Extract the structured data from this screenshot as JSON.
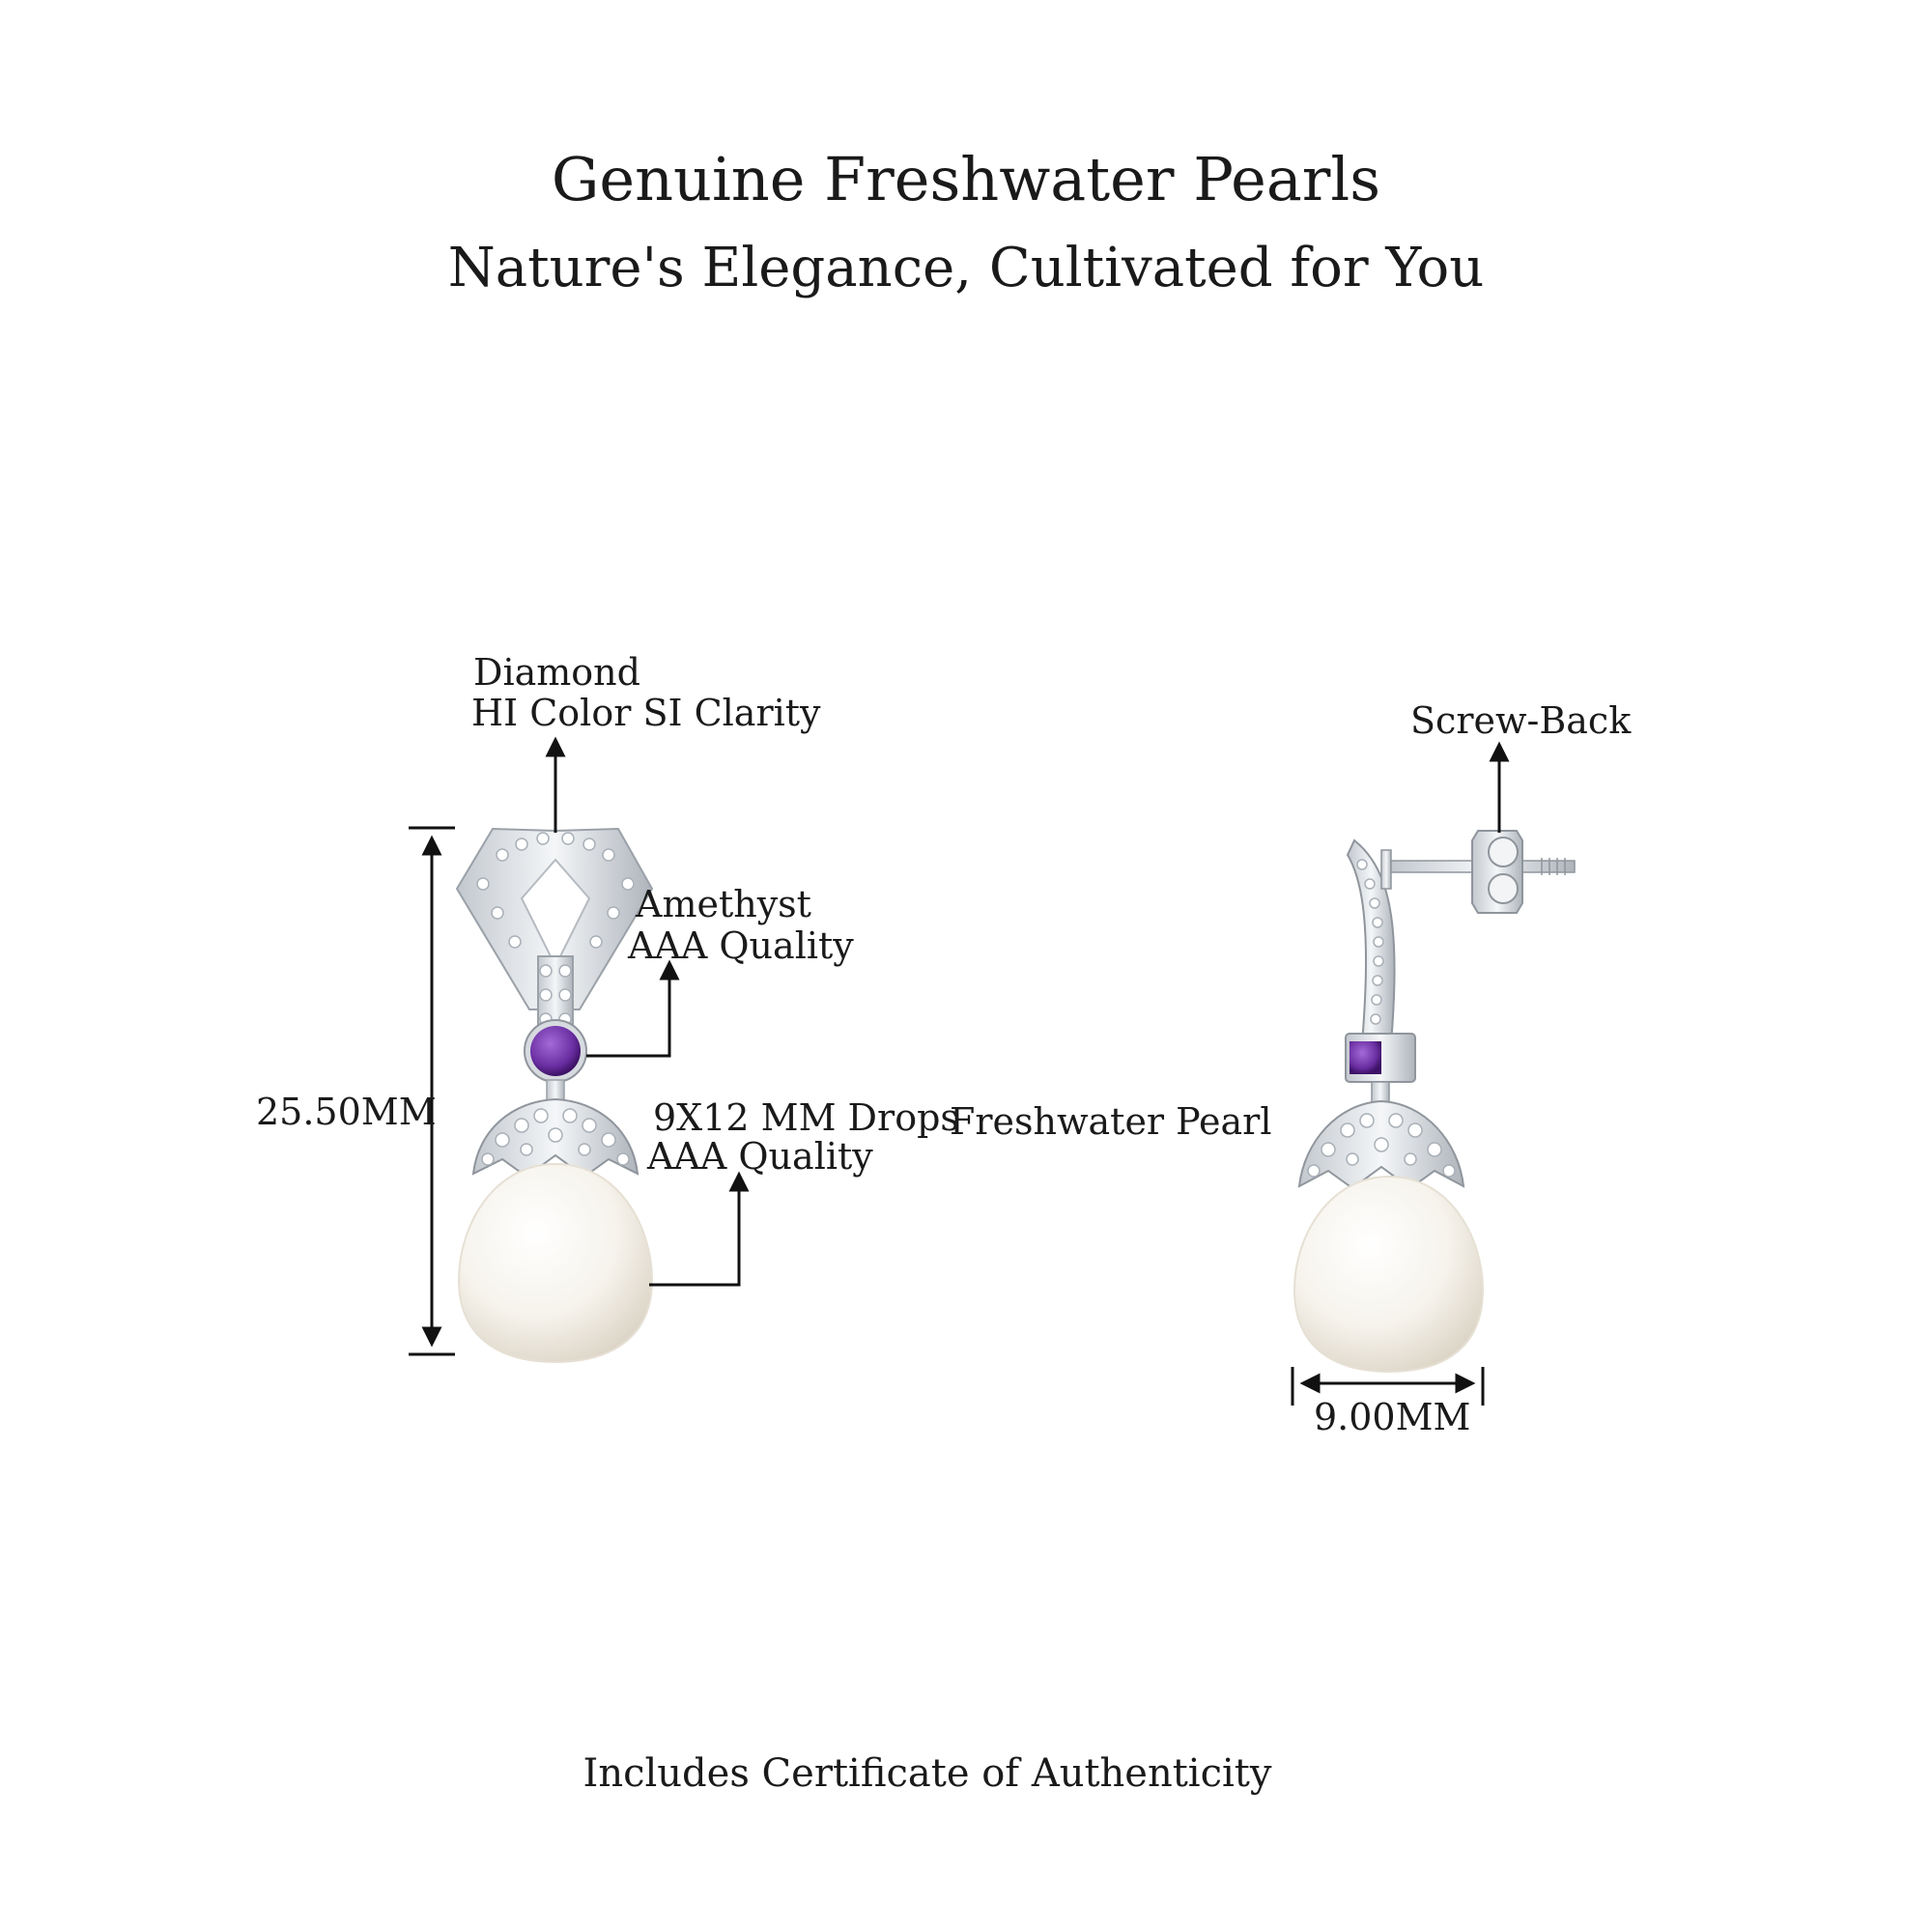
{
  "header": {
    "title": "Genuine Freshwater Pearls",
    "subtitle": "Nature's Elegance, Cultivated for You"
  },
  "callouts": {
    "diamond": {
      "line1": "Diamond",
      "line2": "HI Color SI Clarity"
    },
    "amethyst": {
      "line1": "Amethyst",
      "line2": "AAA Quality"
    },
    "pearl_size": {
      "line1": "9X12 MM Drops",
      "line2": "AAA Quality"
    },
    "pearl_type": "Freshwater Pearl",
    "screw_back": "Screw-Back"
  },
  "dimensions": {
    "height_label": "25.50MM",
    "width_label": "9.00MM"
  },
  "footer": {
    "note": "Includes Certificate of Authenticity"
  },
  "colors": {
    "metal": "#d9dde2",
    "metal_dark": "#8f959c",
    "amethyst": "#6b2fa3",
    "pearl": "#f7f5f0",
    "ink": "#111111"
  }
}
